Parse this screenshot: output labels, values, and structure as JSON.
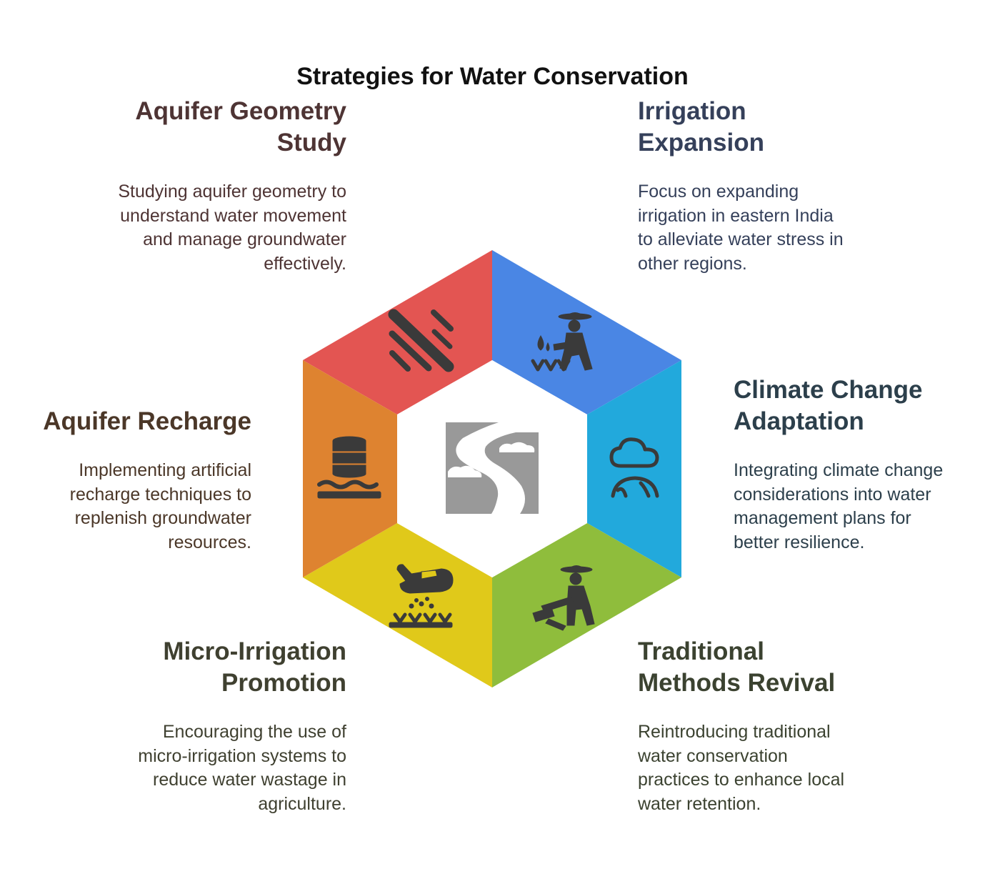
{
  "title": "Strategies for Water Conservation",
  "segments": [
    {
      "key": "aquifer-geometry",
      "heading": "Aquifer Geometry Study",
      "description": "Studying aquifer geometry to understand water movement and manage groundwater effectively.",
      "color": "#e35552",
      "text_color": "#4e3434",
      "icon": "rain-icon"
    },
    {
      "key": "irrigation-expansion",
      "heading": "Irrigation Expansion",
      "description": "Focus on expanding irrigation in eastern India to alleviate water stress in other regions.",
      "color": "#4a86e4",
      "text_color": "#35405a",
      "icon": "farmer-watering-icon"
    },
    {
      "key": "climate-change",
      "heading": "Climate Change Adaptation",
      "description": "Integrating climate change considerations into water management plans for better resilience.",
      "color": "#22a9dc",
      "text_color": "#2c3f4b",
      "icon": "cloud-globe-icon"
    },
    {
      "key": "traditional-methods",
      "heading": "Traditional Methods Revival",
      "description": "Reintroducing traditional water conservation practices to enhance local water retention.",
      "color": "#8fbd3c",
      "text_color": "#3b4230",
      "icon": "farmer-plough-icon"
    },
    {
      "key": "micro-irrigation",
      "heading": "Micro-Irrigation Promotion",
      "description": "Encouraging the use of micro-irrigation systems to reduce water wastage in agriculture.",
      "color": "#e0c91a",
      "text_color": "#3f4030",
      "icon": "crop-duster-icon"
    },
    {
      "key": "aquifer-recharge",
      "heading": "Aquifer Recharge",
      "description": "Implementing artificial recharge techniques to replenish groundwater resources.",
      "color": "#de8330",
      "text_color": "#4b3728",
      "icon": "water-tank-icon"
    }
  ],
  "center_icon": "river-icon",
  "icon_color": "#3a3a3a",
  "center_icon_color": "#999999"
}
